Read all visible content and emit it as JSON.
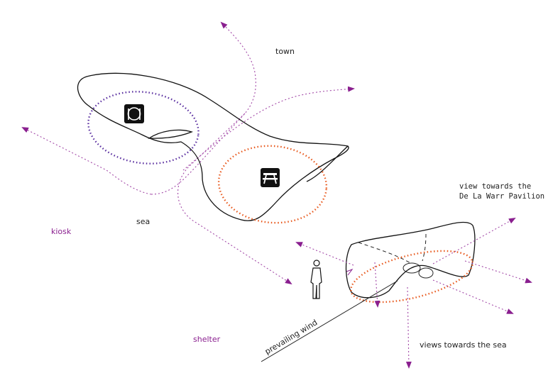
{
  "labels": {
    "town": "town",
    "sea": "sea",
    "kiosk": "kiosk",
    "shelter": "shelter",
    "prevailing_wind": "prevailing wind",
    "view_pavilion_line1": "view towards the",
    "view_pavilion_line2": "De La Warr Pavilion",
    "views_sea": "views towards the sea"
  },
  "icons": {
    "kiosk_zone": "fork-knife-icon",
    "shelter_zone": "picnic-table-icon"
  },
  "colors": {
    "path": "#a34aa8",
    "kiosk_zone": "#5a2fa0",
    "shelter_zone": "#e8581c",
    "outline": "#111111",
    "accent_text": "#8a1f8f"
  }
}
